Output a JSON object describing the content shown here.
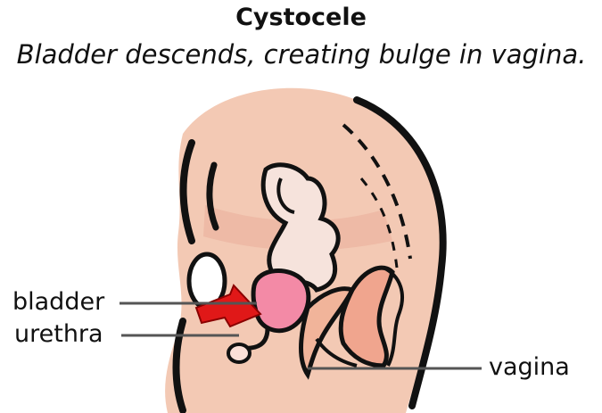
{
  "title": "Cystocele",
  "subtitle": "Bladder descends, creating bulge in vagina.",
  "labels": {
    "bladder": "bladder",
    "urethra": "urethra",
    "vagina": "vagina"
  },
  "colors": {
    "skin": "#f3c9b4",
    "skin_dark": "#e9a890",
    "bladder": "#f38aa6",
    "pelvic_bone": "#f6e3dc",
    "outline": "#111111",
    "arrow": "#e01818"
  }
}
